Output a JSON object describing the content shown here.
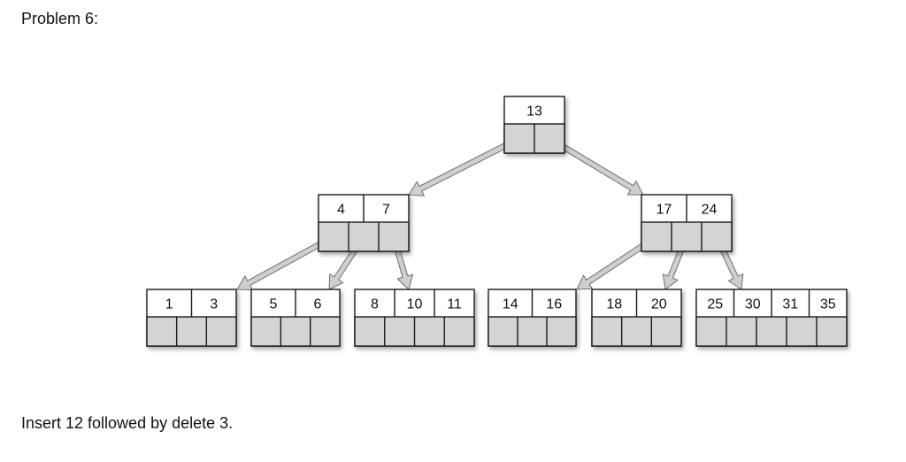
{
  "problem_title": "Problem 6:",
  "instruction": "Insert 12 followed by delete 3.",
  "tree": {
    "root": {
      "keys": [
        "13"
      ],
      "pointers": 2
    },
    "internal": [
      {
        "keys": [
          "4",
          "7"
        ],
        "pointers": 3
      },
      {
        "keys": [
          "17",
          "24"
        ],
        "pointers": 3
      }
    ],
    "leaves": [
      {
        "keys": [
          "1",
          "3"
        ],
        "pointers": 3
      },
      {
        "keys": [
          "5",
          "6"
        ],
        "pointers": 3
      },
      {
        "keys": [
          "8",
          "10",
          "11"
        ],
        "pointers": 4
      },
      {
        "keys": [
          "14",
          "16"
        ],
        "pointers": 3
      },
      {
        "keys": [
          "18",
          "20"
        ],
        "pointers": 3
      },
      {
        "keys": [
          "25",
          "30",
          "31",
          "35"
        ],
        "pointers": 5
      }
    ]
  },
  "colors": {
    "key_cell": "#ffffff",
    "pointer_cell": "#d4d4d4",
    "border": "#1a1a1a",
    "arrow_fill": "#cfcfcf",
    "arrow_stroke": "#6f6f6f"
  }
}
